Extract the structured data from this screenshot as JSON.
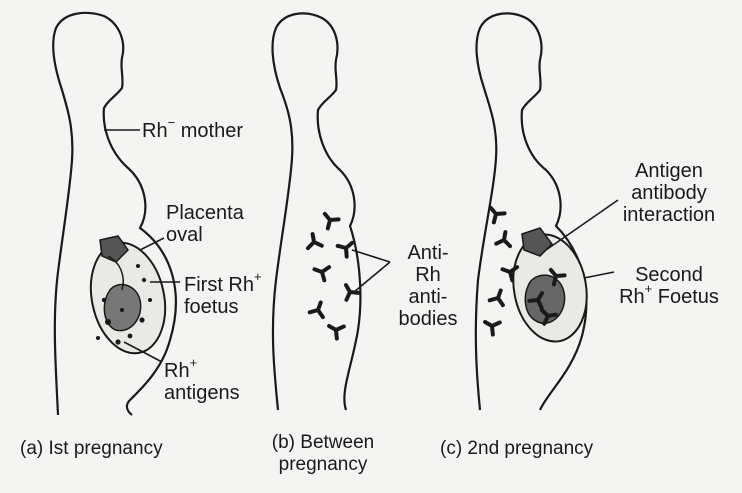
{
  "panels": [
    {
      "caption": "(a) Ist pregnancy",
      "labels": {
        "mother_prefix": "Rh",
        "mother_sup": "−",
        "mother_suffix": " mother",
        "placenta_line1": "Placenta",
        "placenta_line2": "oval",
        "foetus_line1_prefix": "First Rh",
        "foetus_line1_sup": "+",
        "foetus_line2": "foetus",
        "antigens_line1_prefix": "Rh",
        "antigens_line1_sup": "+",
        "antigens_line2": "antigens"
      }
    },
    {
      "caption_line1": "(b) Between",
      "caption_line2": "pregnancy",
      "labels": {
        "antibodies_line1": "Anti-",
        "antibodies_line2": "Rh",
        "antibodies_line3": "anti-",
        "antibodies_line4": "bodies"
      }
    },
    {
      "caption": "(c) 2nd pregnancy",
      "labels": {
        "interaction_line1": "Antigen",
        "interaction_line2": "antibody",
        "interaction_line3": "interaction",
        "foetus_line1": "Second",
        "foetus_line2_prefix": "Rh",
        "foetus_line2_sup": "+",
        "foetus_line2_suffix": " Foetus"
      }
    }
  ],
  "colors": {
    "background": "#f4f4f2",
    "ink": "#1a1a1a"
  }
}
